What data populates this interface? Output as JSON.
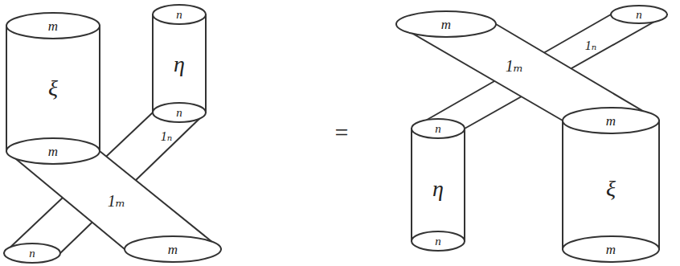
{
  "diagram": {
    "labels": [
      "m",
      "n",
      "ξ",
      "η",
      "m",
      "n",
      "1ₙ",
      "1ₘ",
      "n",
      "m",
      "=",
      "m",
      "n",
      "1ₙ",
      "1ₘ",
      "n",
      "m",
      "η",
      "ξ",
      "n",
      "m"
    ]
  }
}
